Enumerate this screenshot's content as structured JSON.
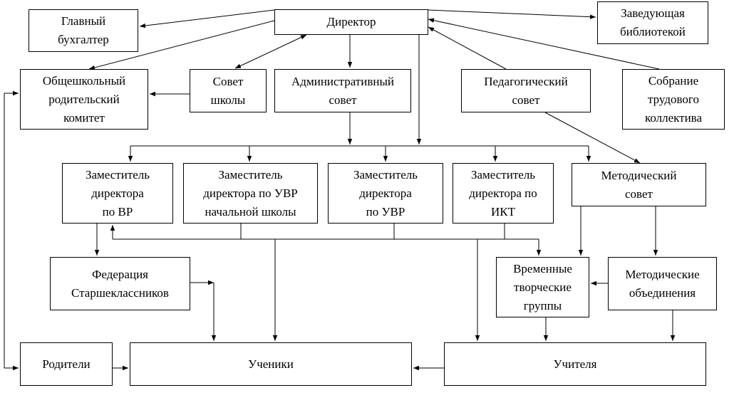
{
  "nodes": {
    "director": "Директор",
    "chief_accountant": "Главный\nбухгалтер",
    "library_head": "Заведующая\nбиблиотекой",
    "parent_committee": "Общешкольный\nродительский\nкомитет",
    "school_council": "Совет\nшколы",
    "admin_council": "Административный\nсовет",
    "ped_council": "Педагогический\nсовет",
    "labor_assembly": "Собрание\nтрудового\nколлектива",
    "deputy_vr": "Заместитель\nдиректора\nпо ВР",
    "deputy_uvr_primary": "Заместитель\nдиректора по УВР\nначальной школы",
    "deputy_uvr": "Заместитель\nдиректора\nпо УВР",
    "deputy_ikt": "Заместитель\nдиректора по\nИКТ",
    "method_council": "Методический\nсовет",
    "senior_federation": "Федерация\nСтаршеклассников",
    "temp_groups": "Временные\nтворческие\nгруппы",
    "method_assoc": "Методические\nобъединения",
    "parents": "Родители",
    "students": "Ученики",
    "teachers": "Учителя"
  }
}
